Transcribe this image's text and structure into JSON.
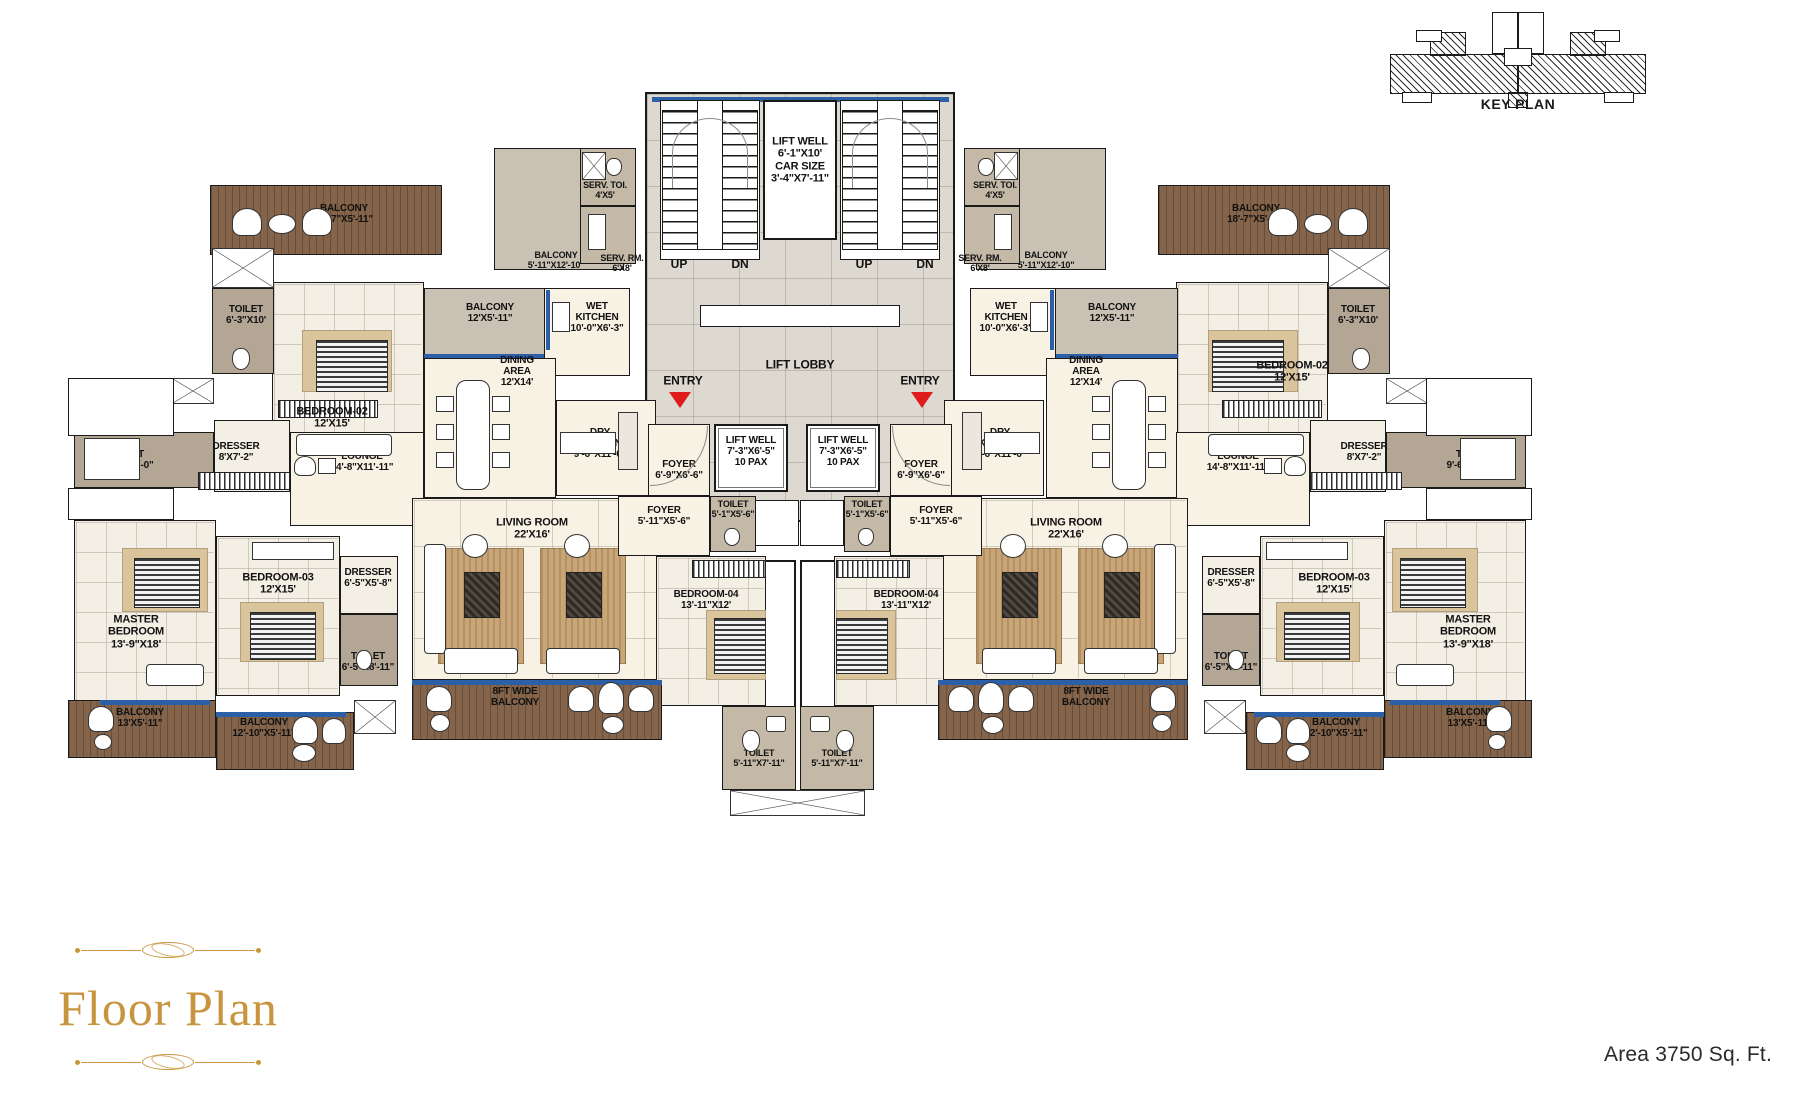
{
  "document": {
    "title": "Floor Plan",
    "area_note": "Area 3750 Sq. Ft.",
    "key_plan_label": "KEY PLAN"
  },
  "core": {
    "lift_well_main": "LIFT WELL\n6'-1\"X10'\nCAR SIZE\n3'-4\"X7'-11\"",
    "lift_lobby": "LIFT LOBBY",
    "lift_well_pax_left": "LIFT WELL\n7'-3\"X6'-5\"\n10 PAX",
    "lift_well_pax_right": "LIFT WELL\n7'-3\"X6'-5\"\n10 PAX",
    "stair_up_left": "UP",
    "stair_dn_left": "DN",
    "stair_up_right": "UP",
    "stair_dn_right": "DN",
    "entry_left": "ENTRY",
    "entry_right": "ENTRY"
  },
  "left_unit": {
    "balcony_top": "BALCONY\n18'-7\"X5'-11\"",
    "toilet_bed02": "TOILET\n6'-3\"X10'",
    "bedroom_02": "BEDROOM-02\n12'X15'",
    "balcony_dining": "BALCONY\n12'X5'-11\"",
    "balcony_serv": "BALCONY\n5'-11\"X12'-10\"",
    "serv_toi": "SERV. TOI.\n4'X5'",
    "serv_rm": "SERV. RM.\n6'X8'",
    "wet_kitchen": "WET\nKITCHEN\n10'-0\"X6'-3\"",
    "dining_area": "DINING\nAREA\n12'X14'",
    "dry_kitchen": "DRY\nKITCHEN\n9'-6\"X11'-6\"",
    "toilet_master": "TOILET\n9'-6\"X10'-0\"",
    "dresser_master": "DRESSER\n8'X7'-2\"",
    "lounge": "LOUNGE\n14'-8\"X11'-11\"",
    "master_bedroom": "MASTER\nBEDROOM\n13'-9\"X18'",
    "bedroom_03": "BEDROOM-03\n12'X15'",
    "dresser_bed03": "DRESSER\n6'-5\"X5'-8\"",
    "toilet_bed03": "TOILET\n6'-5\"X8'-11\"",
    "living_room": "LIVING ROOM\n22'X16'",
    "balcony_master": "BALCONY\n13'X5'-11\"",
    "balcony_bed03": "BALCONY\n12'-10\"X5'-11\"",
    "balcony_wide": "8FT WIDE\nBALCONY",
    "foyer_entry": "FOYER\n6'-9\"X6'-6\"",
    "foyer_inner": "FOYER\n5'-11\"X5'-6\"",
    "toilet_bed04": "TOILET\n5'-1\"X5'-6\"",
    "bedroom_04": "BEDROOM-04\n13'-11\"X12'",
    "toilet_bottom": "TOILET\n5'-11\"X7'-11\""
  },
  "right_unit": {
    "balcony_top": "BALCONY\n18'-7\"X5'-11\"",
    "toilet_bed02": "TOILET\n6'-3\"X10'",
    "bedroom_02": "BEDROOM-02\n12'X15'",
    "balcony_dining": "BALCONY\n12'X5'-11\"",
    "balcony_serv": "BALCONY\n5'-11\"X12'-10\"",
    "serv_toi": "SERV. TOI.\n4'X5'",
    "serv_rm": "SERV. RM.\n6'X8'",
    "wet_kitchen": "WET\nKITCHEN\n10'-0\"X6'-3\"",
    "dining_area": "DINING\nAREA\n12'X14'",
    "dry_kitchen": "DRY\nKITCHEN\n9'-6\"X11'-6\"",
    "toilet_master": "TOILET\n9'-6\"X10'-0\"",
    "dresser_master": "DRESSER\n8'X7'-2\"",
    "lounge": "LOUNGE\n14'-8\"X11'-11\"",
    "master_bedroom": "MASTER\nBEDROOM\n13'-9\"X18'",
    "bedroom_03": "BEDROOM-03\n12'X15'",
    "dresser_bed03": "DRESSER\n6'-5\"X5'-8\"",
    "toilet_bed03": "TOILET\n6'-5\"X8'-11\"",
    "living_room": "LIVING ROOM\n22'X16'",
    "balcony_master": "BALCONY\n13'X5'-11\"",
    "balcony_bed03": "BALCONY\n12'-10\"X5'-11\"",
    "balcony_wide": "8FT WIDE\nBALCONY",
    "foyer_entry": "FOYER\n6'-9\"X6'-6\"",
    "foyer_inner": "FOYER\n5'-11\"X5'-6\"",
    "toilet_bed04": "TOILET\n5'-1\"X5'-6\"",
    "bedroom_04": "BEDROOM-04\n13'-11\"X12'",
    "toilet_bottom": "TOILET\n5'-11\"X7'-11\""
  },
  "colors": {
    "gold": "#c8953f",
    "glazing_blue": "#2b5fa8",
    "entry_red": "#e01b1b",
    "wood_deck": "#7d5c40",
    "bath_floor": "#b3a694",
    "lobby_floor": "#ddd9d1",
    "room_floor": "#f4efe2"
  }
}
